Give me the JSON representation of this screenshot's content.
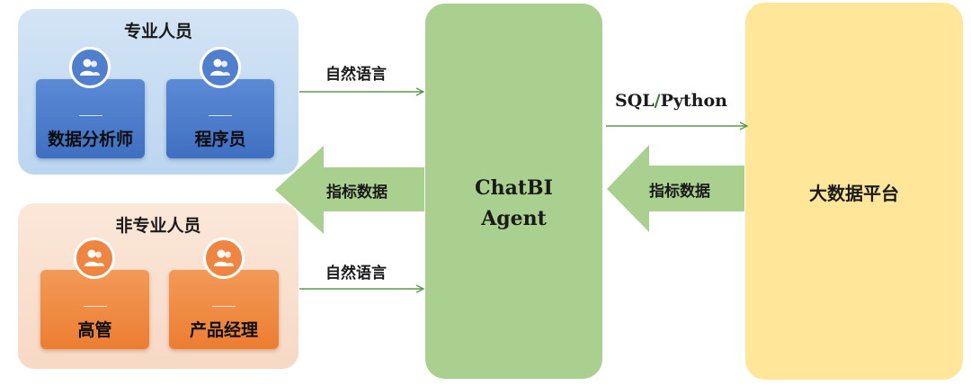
{
  "groups": {
    "professional": {
      "title": "专业人员",
      "roles": [
        "数据分析师",
        "程序员"
      ]
    },
    "non_professional": {
      "title": "非专业人员",
      "roles": [
        "高管",
        "产品经理"
      ]
    }
  },
  "agent": {
    "line1": "ChatBI",
    "line2": "Agent"
  },
  "platform": {
    "label": "大数据平台"
  },
  "arrows": {
    "nl_top": "自然语言",
    "nl_bottom": "自然语言",
    "metrics_left": "指标数据",
    "sql_prefix": "SQL",
    "sql_slash": "/",
    "sql_suffix": "Python",
    "metrics_right": "指标数据"
  },
  "colors": {
    "agent": "#a9d08e",
    "platform": "#ffe699",
    "big_arrow": "#a9d08e",
    "thin_arrow": "#5a9a4a",
    "professional_card": "#4f7fcd",
    "non_professional_card": "#ef8540"
  },
  "icons": {
    "role": "users-icon"
  }
}
